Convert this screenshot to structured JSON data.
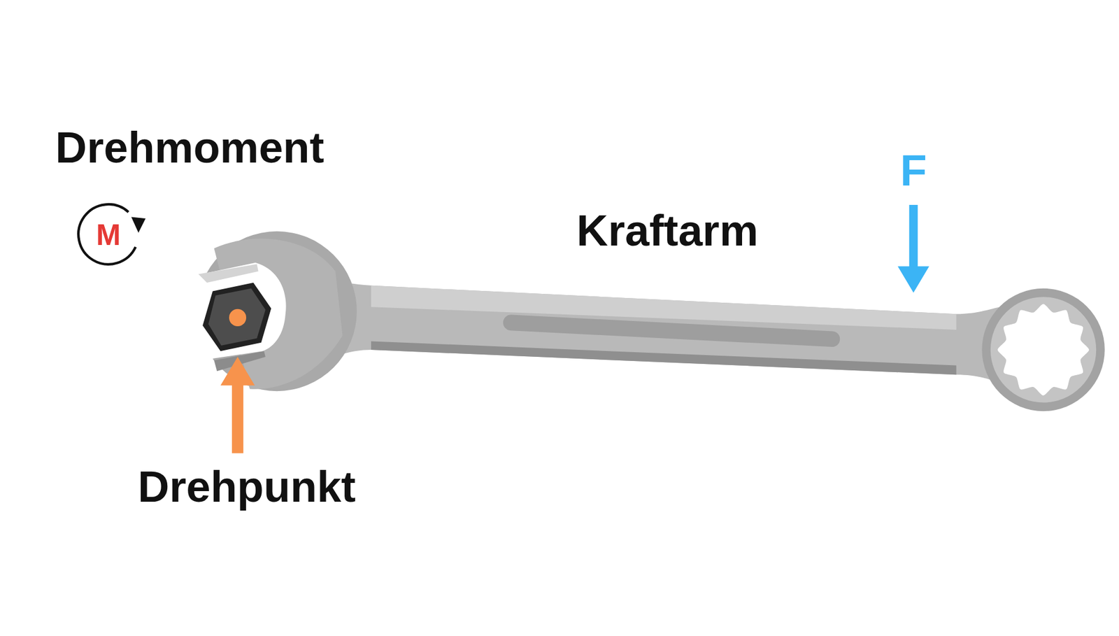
{
  "diagram": {
    "labels": [
      "Drehmoment",
      "M",
      "Kraftarm",
      "F",
      "Drehpunkt"
    ]
  }
}
